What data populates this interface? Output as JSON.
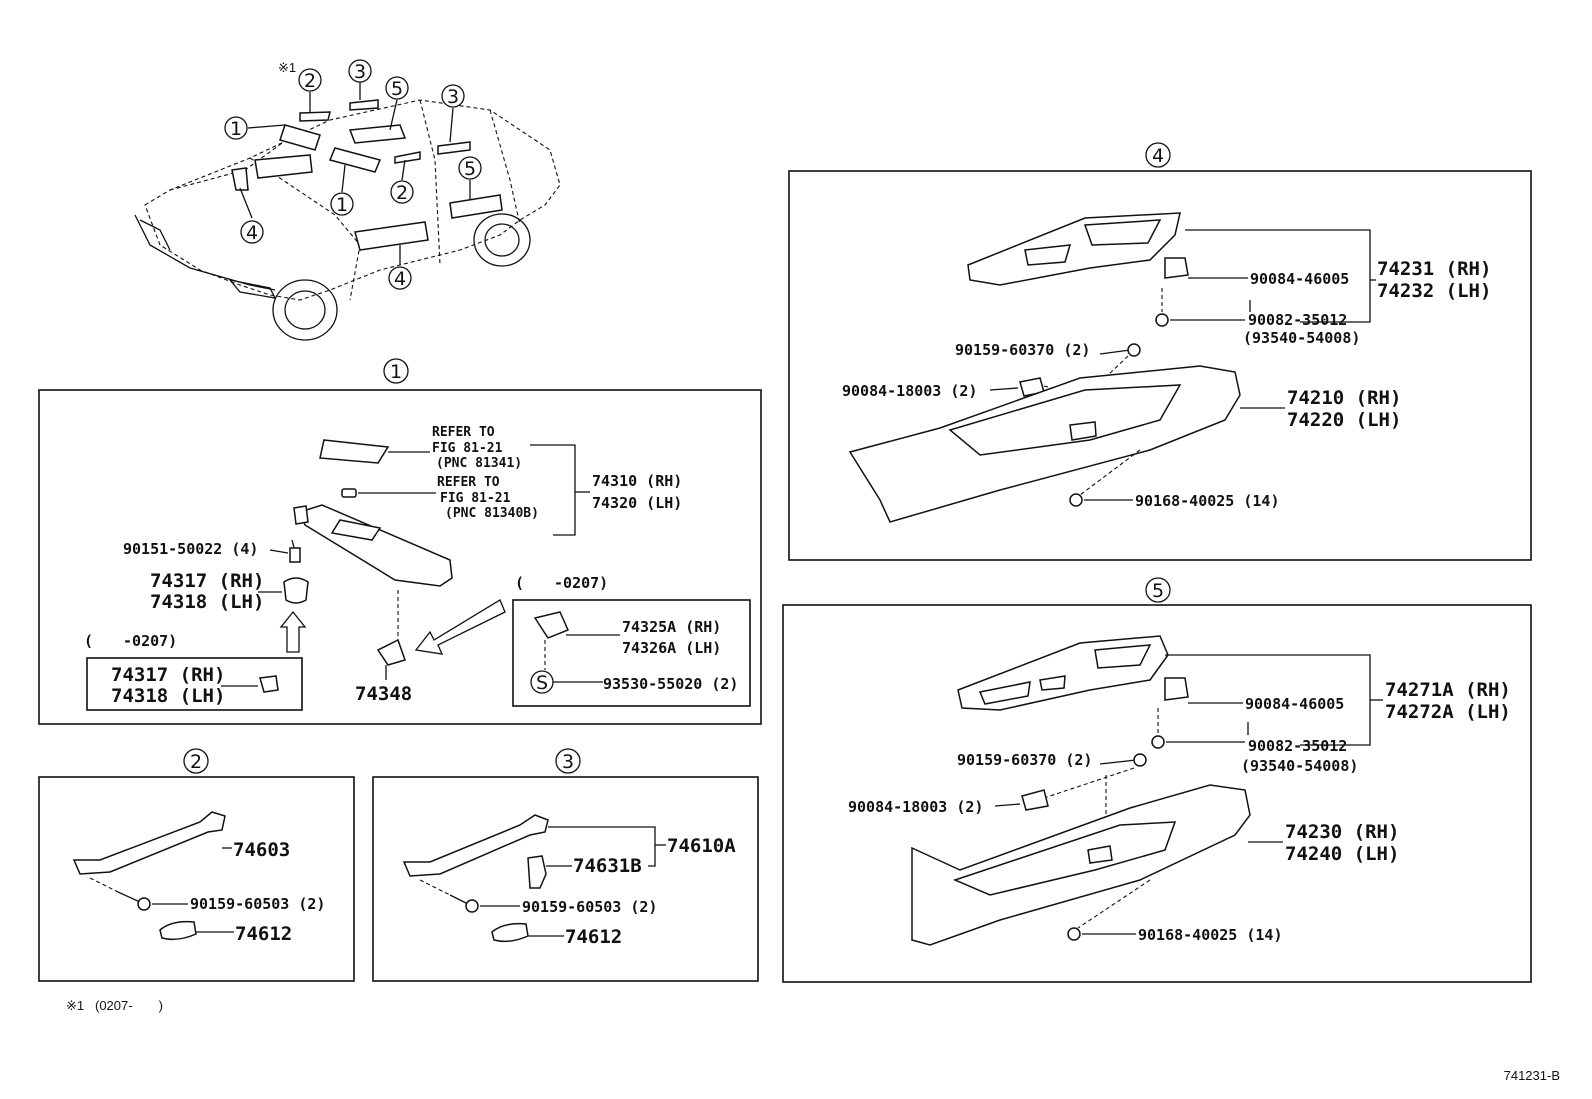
{
  "diagram_id": "741231-B",
  "note_mark": "※1",
  "note_range": "(0207-　　)",
  "overview": {
    "callouts": [
      "1",
      "2",
      "3",
      "4",
      "5"
    ]
  },
  "section1": {
    "num": "1",
    "refer1": [
      "REFER TO",
      "FIG 81-21",
      "(PNC 81341)"
    ],
    "refer2": [
      "REFER TO",
      "FIG 81-21",
      "(PNC 81340B)"
    ],
    "visor": [
      "74310 (RH)",
      "74320 (LH)"
    ],
    "screw": "90151-50022 (4)",
    "holder": [
      "74317 (RH)",
      "74318 (LH)"
    ],
    "range_left": "(　　-0207)",
    "old_holder": [
      "74317 (RH)",
      "74318 (LH)"
    ],
    "bracket": "74348",
    "range_right": "(　　-0207)",
    "bracket_a": [
      "74325A (RH)",
      "74326A (LH)"
    ],
    "s_mark": "S",
    "s_part": "93530-55020 (2)"
  },
  "section2": {
    "num": "2",
    "grip": "74603",
    "screw": "90159-60503 (2)",
    "cap": "74612"
  },
  "section3": {
    "num": "3",
    "assy": "74610A",
    "hook": "74631B",
    "screw": "90159-60503 (2)",
    "cap": "74612"
  },
  "section4": {
    "num": "4",
    "switch": [
      "74231 (RH)",
      "74232 (LH)"
    ],
    "sw_bracket": "90084-46005",
    "sw_clip": "90082-35012",
    "sw_clip_alt": "(93540-54008)",
    "screw_a": "90159-60370 (2)",
    "nut": "90084-18003 (2)",
    "armrest": [
      "74210 (RH)",
      "74220 (LH)"
    ],
    "clip": "90168-40025 (14)"
  },
  "section5": {
    "num": "5",
    "switch": [
      "74271A (RH)",
      "74272A (LH)"
    ],
    "sw_bracket": "90084-46005",
    "sw_clip": "90082-35012",
    "sw_clip_alt": "(93540-54008)",
    "screw_a": "90159-60370 (2)",
    "nut": "90084-18003 (2)",
    "armrest": [
      "74230 (RH)",
      "74240 (LH)"
    ],
    "clip": "90168-40025 (14)"
  }
}
